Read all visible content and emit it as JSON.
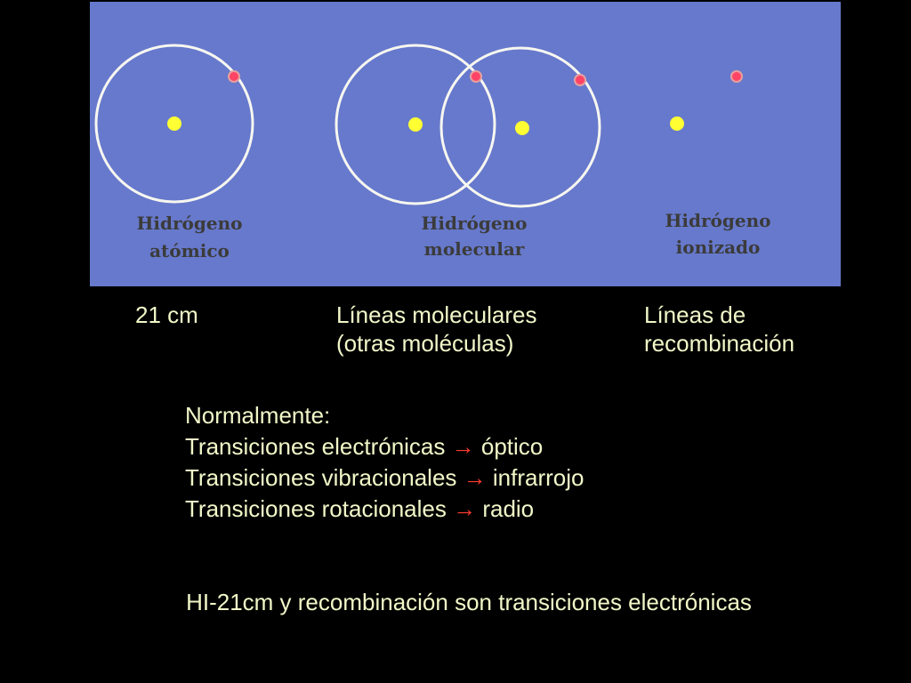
{
  "panel": {
    "colors": {
      "background": "#6779cc",
      "orbit": "#f7f7f0",
      "proton": "#ffff33",
      "electron": "#ff4466"
    },
    "atomic_label": [
      "Hidrógeno",
      "atómico"
    ],
    "molecular_label": [
      "Hidrógeno",
      "molecular"
    ],
    "ionized_label": [
      "Hidrógeno",
      "ionizado"
    ]
  },
  "columns": [
    {
      "line1": "21 cm",
      "line2": ""
    },
    {
      "line1": "Líneas moleculares",
      "line2": "(otras moléculas)"
    },
    {
      "line1": "Líneas de",
      "line2": "recombinación"
    }
  ],
  "notes": {
    "heading": "Normalmente:",
    "arrow": "→",
    "arrow_color": "#ff3b2f",
    "items": [
      {
        "left": "Transiciones electrónicas",
        "right": "óptico"
      },
      {
        "left": "Transiciones vibracionales",
        "right": "infrarrojo"
      },
      {
        "left": "Transiciones rotacionales",
        "right": "radio"
      }
    ]
  },
  "conclusion": "HI-21cm y recombinación son transiciones electrónicas",
  "text_color": "#f2f7c8"
}
